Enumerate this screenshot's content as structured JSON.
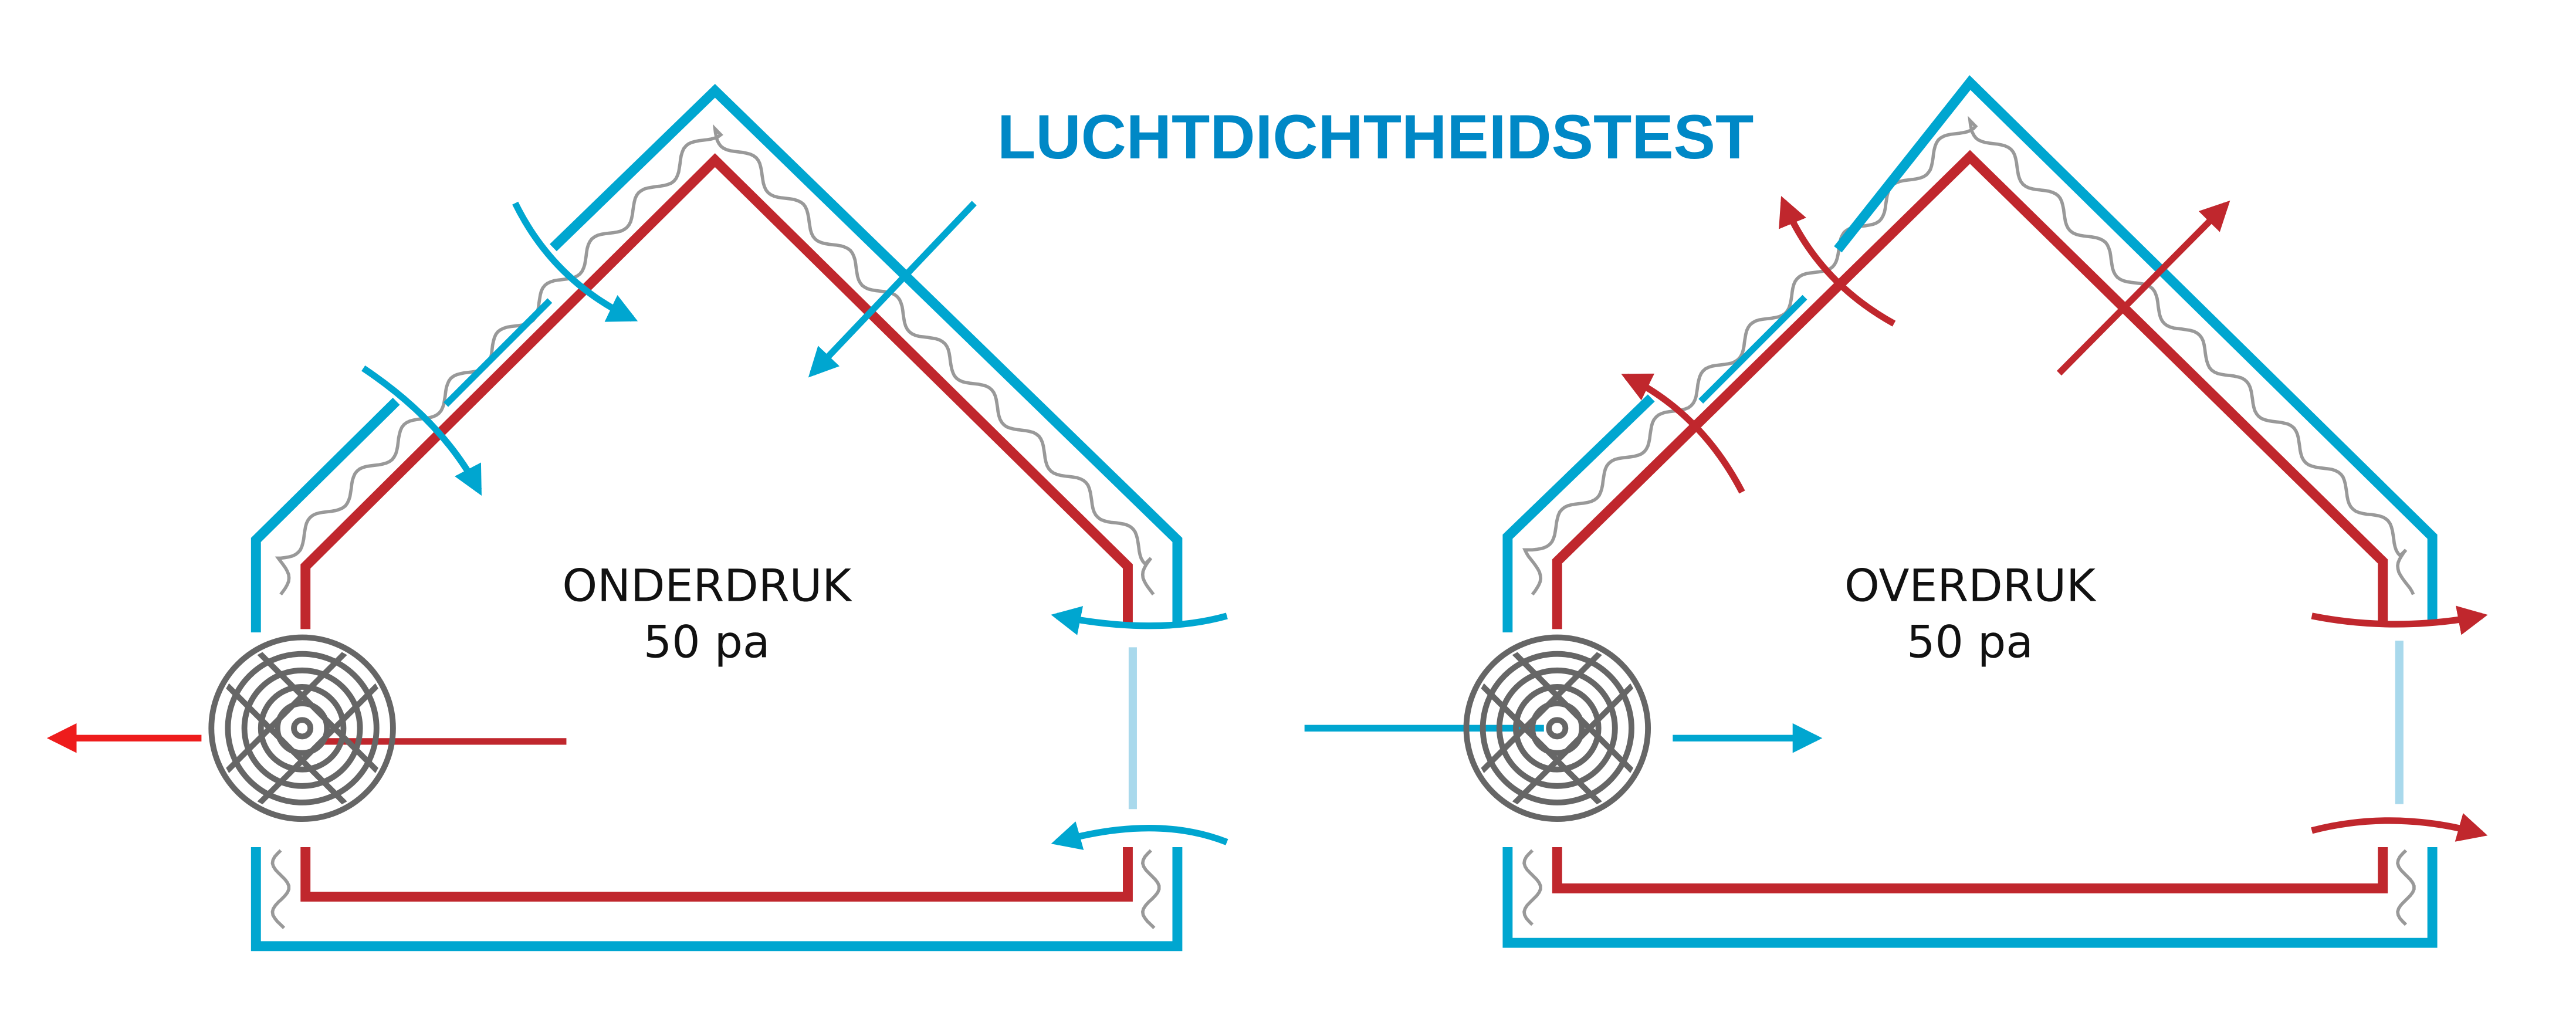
{
  "title": "LUCHTDICHTHEIDSTEST",
  "left_panel": {
    "mode": "ONDERDRUK",
    "pressure": "50 pa"
  },
  "right_panel": {
    "mode": "OVERDRUK",
    "pressure": "50 pa"
  },
  "colors": {
    "title": "#0088c6",
    "outer_wall": "#00a6d0",
    "inner_wall": "#c0272d",
    "exhaust_arrow": "#ee1c1c",
    "fan": "#666666",
    "insulation": "#999999",
    "window": "#a9d9ec"
  }
}
